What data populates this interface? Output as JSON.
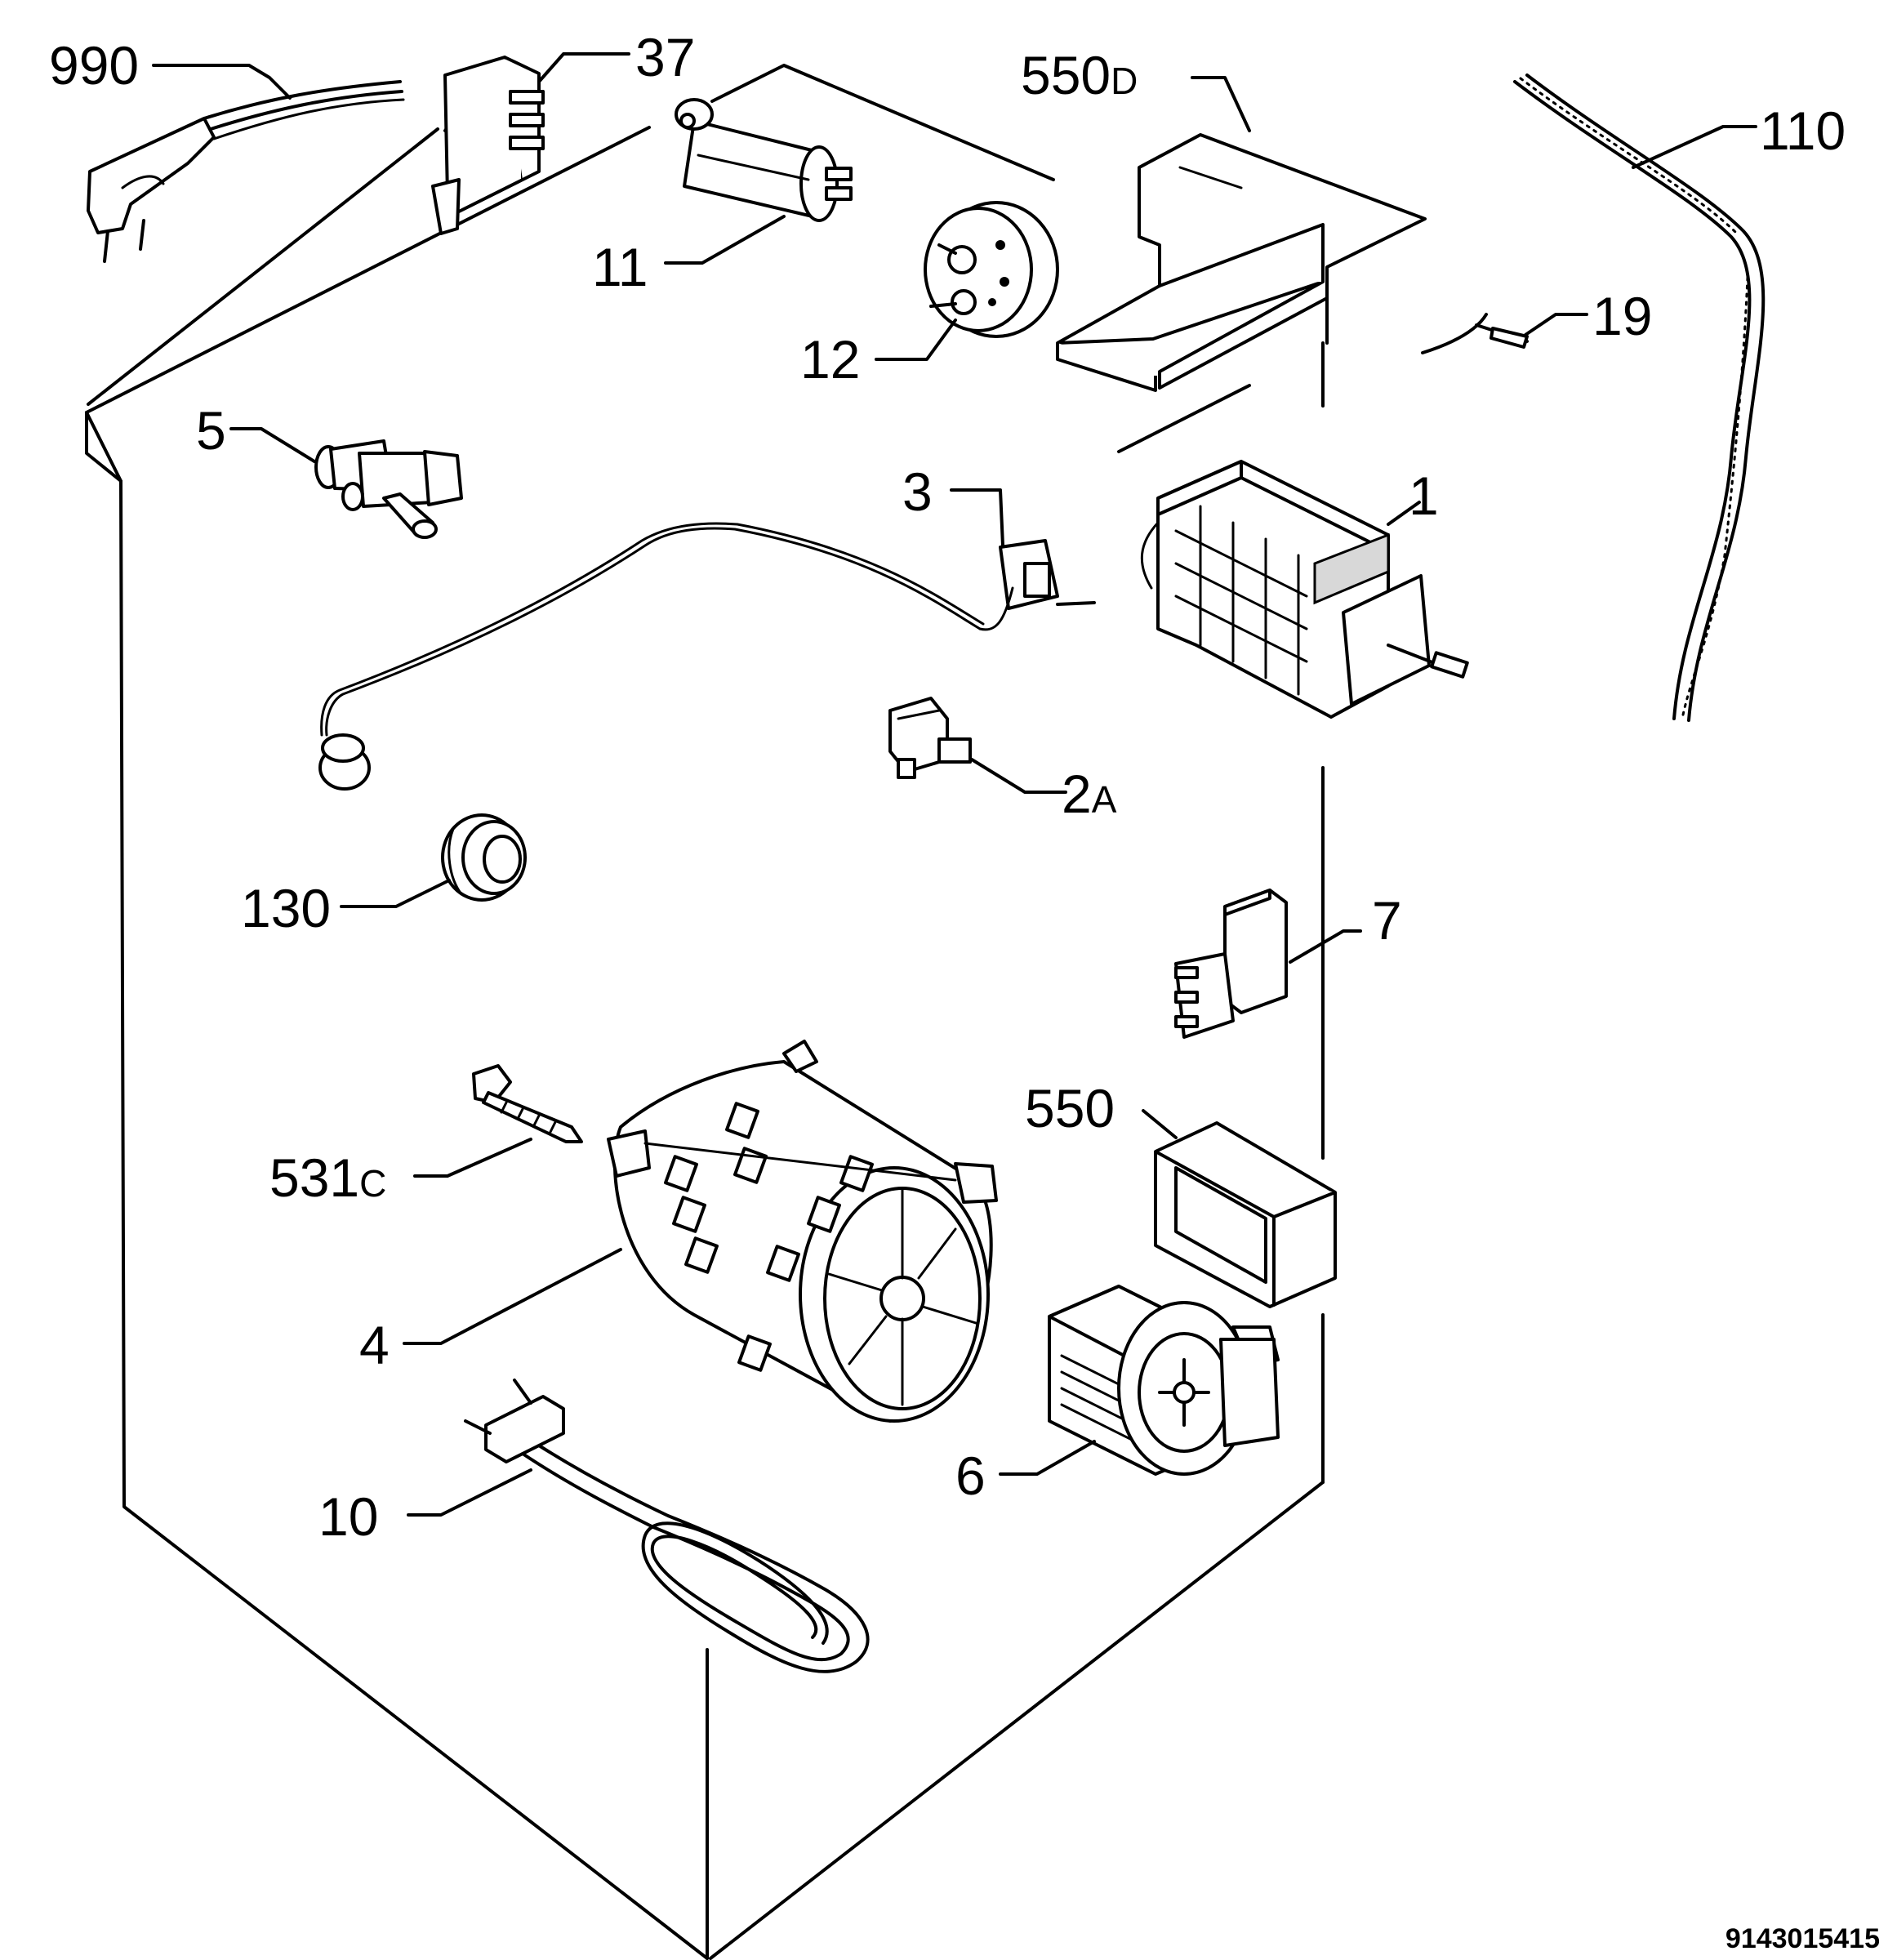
{
  "labels": {
    "l990": "990",
    "l37": "37",
    "l550d_num": "550",
    "l550d_suf": "D",
    "l110": "110",
    "l11": "11",
    "l12": "12",
    "l19": "19",
    "l5": "5",
    "l3": "3",
    "l1": "1",
    "l2a_num": "2",
    "l2a_suf": "A",
    "l130": "130",
    "l7": "7",
    "l550": "550",
    "l531c_num": "531",
    "l531c_suf": "C",
    "l4": "4",
    "l6": "6",
    "l10": "10"
  },
  "document_number": "9143015415"
}
